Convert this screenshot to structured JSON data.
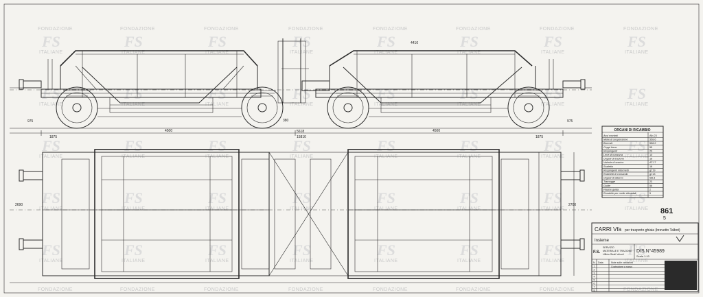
{
  "dimensions": {
    "overall_length": "15810",
    "half_length": "4500",
    "half_length_2": "4500",
    "wheelbase_left": "1875",
    "wheelbase_right": "1875",
    "coupling_gap": "380",
    "center_gap": "5618",
    "top_span": "4410",
    "side_left": "975",
    "side_right": "975",
    "plan_width": "2700",
    "plan_inner": "2690"
  },
  "parts_table": {
    "title": "ORGANI DI RICAMBIO",
    "rows": [
      {
        "name": "Assi montati",
        "ref": "Alb.23"
      },
      {
        "name": "Molle di sospensione",
        "ref": "558.6"
      },
      {
        "name": "Boccole",
        "ref": "558.2"
      },
      {
        "name": "Ceppi freno",
        "ref": "55"
      },
      {
        "name": "Respingenti",
        "ref": "20"
      },
      {
        "name": "Leve di manovra",
        "ref": "10"
      },
      {
        "name": "Organi di trazione",
        "ref": "16"
      },
      {
        "name": "Valvole di scarico",
        "ref": "AT.17"
      },
      {
        "name": "Scaletta",
        "ref": "18"
      },
      {
        "name": "Respingenti intermedi",
        "ref": "gf.19"
      },
      {
        "name": "Rubinetti di comando",
        "ref": "gf.13"
      },
      {
        "name": "Organi di attacco",
        "ref": "SB.3"
      },
      {
        "name": "Tramogge",
        "ref": "23"
      },
      {
        "name": "Guide",
        "ref": "56"
      },
      {
        "name": "Piastre guida",
        "ref": "2"
      },
      {
        "name": "Rondelle per molle elicoidali",
        "ref": "5"
      }
    ]
  },
  "sheet_number": "861",
  "sheet_sub": "5",
  "title_block": {
    "title": "CARRI Vfa",
    "subtitle": "per trasporto ghiaia (brevetto Talbot)",
    "view": "Insieme",
    "org_short": "F.S.",
    "org_line1": "SERVIZIO",
    "org_line2": "MATERIALE E TRAZIONE",
    "org_line3": "Ufficio Studi Veicoli",
    "drawing_no": "DIS.N°45989",
    "scale": "Scala 1:10",
    "rev_col1": "N.",
    "rev_col2": "Data",
    "rev_col3": "Note sulle variazioni",
    "rev_entry": "Costruzione a nuovo"
  },
  "watermark": {
    "text": "FONDAZIONE",
    "text2": "ITALIANE",
    "logo": "FS"
  }
}
